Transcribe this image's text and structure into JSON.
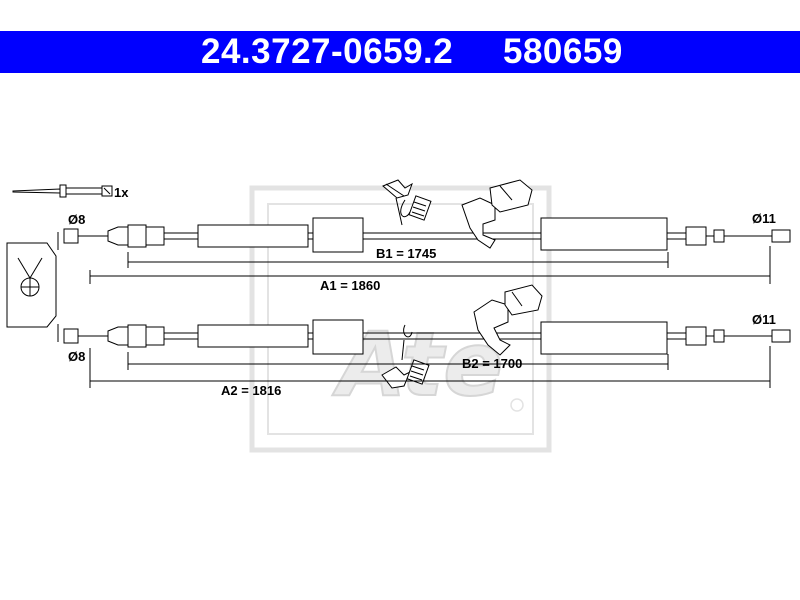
{
  "header": {
    "part_number": "24.3727-0659.2",
    "article_number": "580659",
    "background_color": "#0000ff",
    "text_color": "#ffffff"
  },
  "accessory": {
    "quantity_label": "1x"
  },
  "cable_1": {
    "left_diameter": "Ø8",
    "right_diameter": "Ø11",
    "length_a": "A1 = 1860",
    "length_b": "B1 = 1745"
  },
  "cable_2": {
    "left_diameter": "Ø8",
    "right_diameter": "Ø11",
    "length_a": "A2 = 1816",
    "length_b": "B2 = 1700"
  },
  "watermark": {
    "brand": "Ate"
  }
}
